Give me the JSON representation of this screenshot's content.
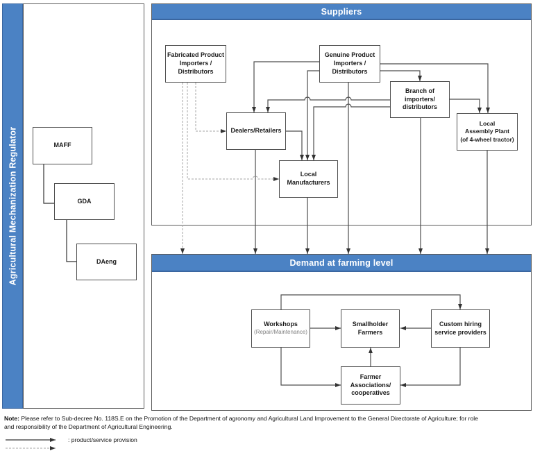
{
  "sidebar": {
    "title": "Agricultural Mechanization Regulator",
    "nodes": {
      "maff": "MAFF",
      "gda": "GDA",
      "daeng": "DAeng"
    }
  },
  "suppliers": {
    "header": "Suppliers",
    "nodes": {
      "fabricated_importers": "Fabricated Product\nImporters /\nDistributors",
      "genuine_importers": "Genuine Product\nImporters /\nDistributors",
      "branch_importers": "Branch of\nimporters/\ndistributors",
      "assembly_plant": "Local\nAssembly Plant\n(of 4-wheel tractor)",
      "dealers": "Dealers/Retailers",
      "local_manufacturers": "Local\nManufacturers"
    }
  },
  "demand": {
    "header": "Demand at farming level",
    "nodes": {
      "workshops": "Workshops",
      "workshops_sub": "(Repair/Maintenance)",
      "smallholder_farmers": "Smallholder\nFarmers",
      "custom_hiring": "Custom hiring\nservice providers",
      "farmer_associations": "Farmer\nAssociations/\ncooperatives"
    }
  },
  "note": {
    "label": "Note:",
    "text": " Please refer to Sub-decree No. 118S.E on the Promotion of the Department of agronomy and Agricultural Land Improvement to the General Directorate of Agriculture; for role\nand responsibility of the Department of Agricultural Engineering."
  },
  "legend": {
    "solid_label": ": product/service provision"
  },
  "colors": {
    "header_blue": "#4b82c4",
    "header_border": "#3a66a0",
    "line": "#4d4d4d",
    "dashed_line": "#a6a6a6"
  }
}
